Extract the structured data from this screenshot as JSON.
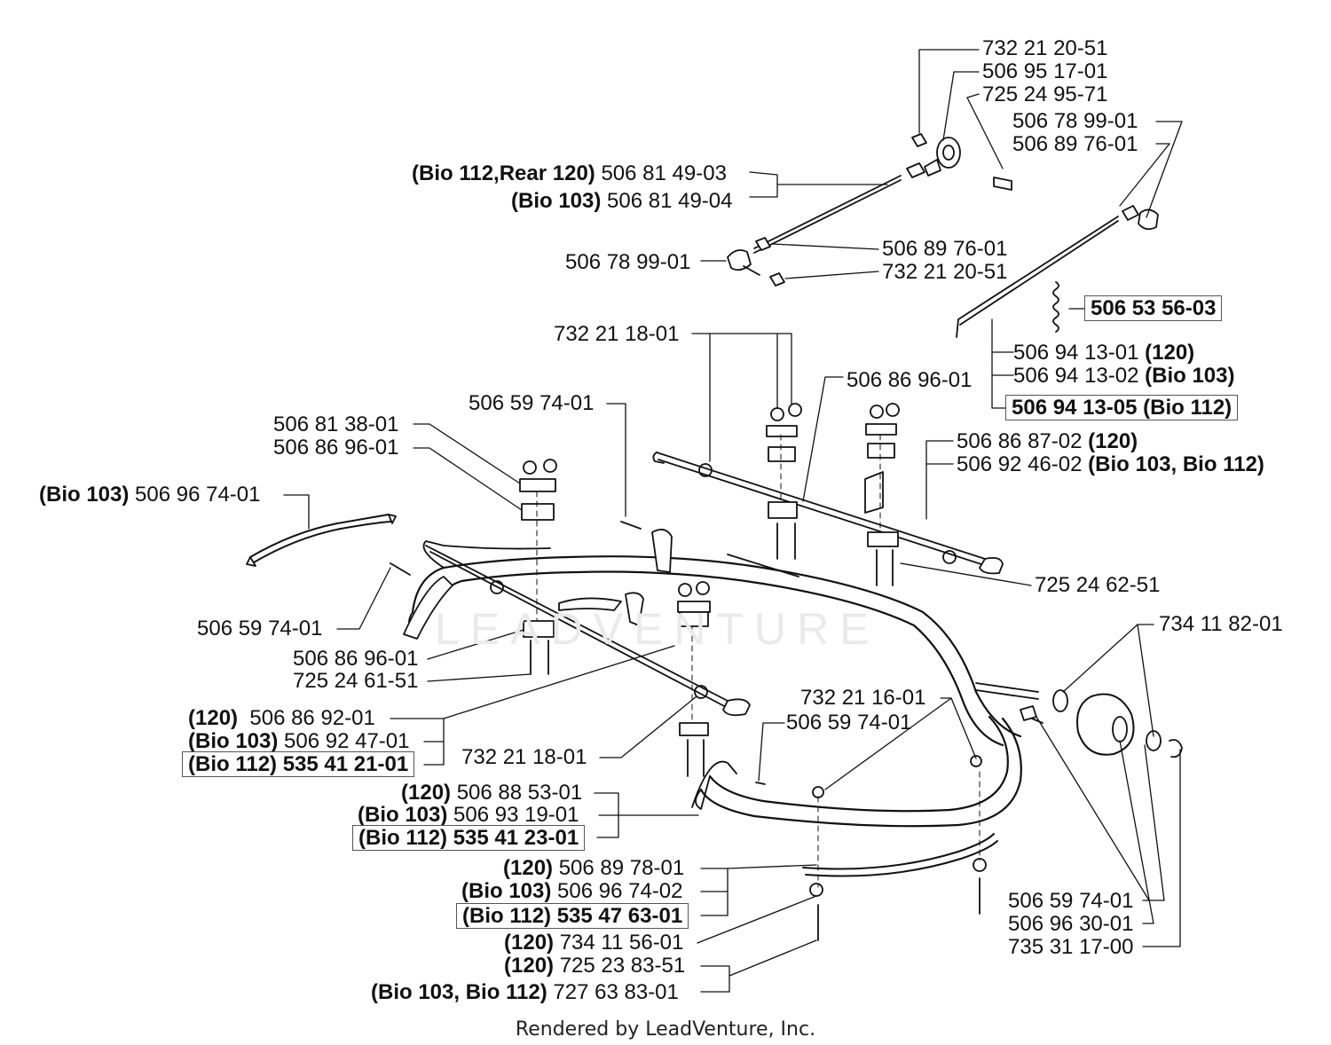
{
  "labels": {
    "l01": {
      "pre": "",
      "num": "732 21 20-51",
      "post": ""
    },
    "l02": {
      "pre": "",
      "num": "506 95 17-01",
      "post": ""
    },
    "l03": {
      "pre": "",
      "num": "725 24 95-71",
      "post": ""
    },
    "l04": {
      "pre": "",
      "num": "506 78 99-01",
      "post": ""
    },
    "l05": {
      "pre": "",
      "num": "506 89 76-01",
      "post": ""
    },
    "l06": {
      "pre": "(Bio 112,Rear 120)",
      "num": "506 81 49-03",
      "post": ""
    },
    "l07": {
      "pre": "(Bio 103)",
      "num": "506 81 49-04",
      "post": ""
    },
    "l08": {
      "pre": "",
      "num": "506 89 76-01",
      "post": ""
    },
    "l09": {
      "pre": "",
      "num": "506 78 99-01",
      "post": ""
    },
    "l10": {
      "pre": "",
      "num": "732 21 20-51",
      "post": ""
    },
    "l11": {
      "pre": "",
      "num": "506 53 56-03",
      "post": ""
    },
    "l12": {
      "pre": "",
      "num": "732 21 18-01",
      "post": ""
    },
    "l13": {
      "pre": "",
      "num": "506 94 13-01",
      "post": "(120)"
    },
    "l14": {
      "pre": "",
      "num": "506 94 13-02",
      "post": "(Bio 103)"
    },
    "l15": {
      "pre": "",
      "num": "506 94 13-05",
      "post": "(Bio 112)"
    },
    "l16": {
      "pre": "",
      "num": "506 86 96-01",
      "post": ""
    },
    "l17": {
      "pre": "",
      "num": "506 59 74-01",
      "post": ""
    },
    "l18": {
      "pre": "",
      "num": "506 81 38-01",
      "post": ""
    },
    "l19": {
      "pre": "",
      "num": "506 86 96-01",
      "post": ""
    },
    "l20": {
      "pre": "",
      "num": "506 86 87-02",
      "post": "(120)"
    },
    "l21": {
      "pre": "",
      "num": "506 92 46-02",
      "post": "(Bio 103, Bio 112)"
    },
    "l22": {
      "pre": "(Bio 103)",
      "num": "506 96 74-01",
      "post": ""
    },
    "l23": {
      "pre": "",
      "num": "725 24 62-51",
      "post": ""
    },
    "l24": {
      "pre": "",
      "num": "734 11 82-01",
      "post": ""
    },
    "l25": {
      "pre": "",
      "num": "506 59 74-01",
      "post": ""
    },
    "l26": {
      "pre": "",
      "num": "506 86 96-01",
      "post": ""
    },
    "l27": {
      "pre": "",
      "num": "725 24 61-51",
      "post": ""
    },
    "l28": {
      "pre": "",
      "num": "732 21 16-01",
      "post": ""
    },
    "l29": {
      "pre": "(120)",
      "num": "506 86 92-01",
      "post": ""
    },
    "l30": {
      "pre": "",
      "num": "506 59 74-01",
      "post": ""
    },
    "l31": {
      "pre": "(Bio 103)",
      "num": "506 92 47-01",
      "post": ""
    },
    "l32": {
      "pre": "(Bio 112)",
      "num": "535 41 21-01",
      "post": ""
    },
    "l33": {
      "pre": "",
      "num": "732 21 18-01",
      "post": ""
    },
    "l34": {
      "pre": "(120)",
      "num": "506 88 53-01",
      "post": ""
    },
    "l35": {
      "pre": "(Bio 103)",
      "num": "506 93 19-01",
      "post": ""
    },
    "l36": {
      "pre": "(Bio 112)",
      "num": "535 41 23-01",
      "post": ""
    },
    "l37": {
      "pre": "(120)",
      "num": "506 89 78-01",
      "post": ""
    },
    "l38": {
      "pre": "(Bio 103)",
      "num": "506 96 74-02",
      "post": ""
    },
    "l39": {
      "pre": "(Bio 112)",
      "num": "535 47 63-01",
      "post": ""
    },
    "l40": {
      "pre": "",
      "num": "506 59 74-01",
      "post": ""
    },
    "l41": {
      "pre": "(120)",
      "num": "734 11 56-01",
      "post": ""
    },
    "l42": {
      "pre": "",
      "num": "506 96 30-01",
      "post": ""
    },
    "l43": {
      "pre": "(120)",
      "num": "725 23 83-51",
      "post": ""
    },
    "l44": {
      "pre": "",
      "num": "735 31 17-00",
      "post": ""
    },
    "l45": {
      "pre": "(Bio 103, Bio 112)",
      "num": "727 63 83-01",
      "post": ""
    }
  },
  "watermark": "LEADVENTURE",
  "credit": "Rendered by LeadVenture, Inc."
}
